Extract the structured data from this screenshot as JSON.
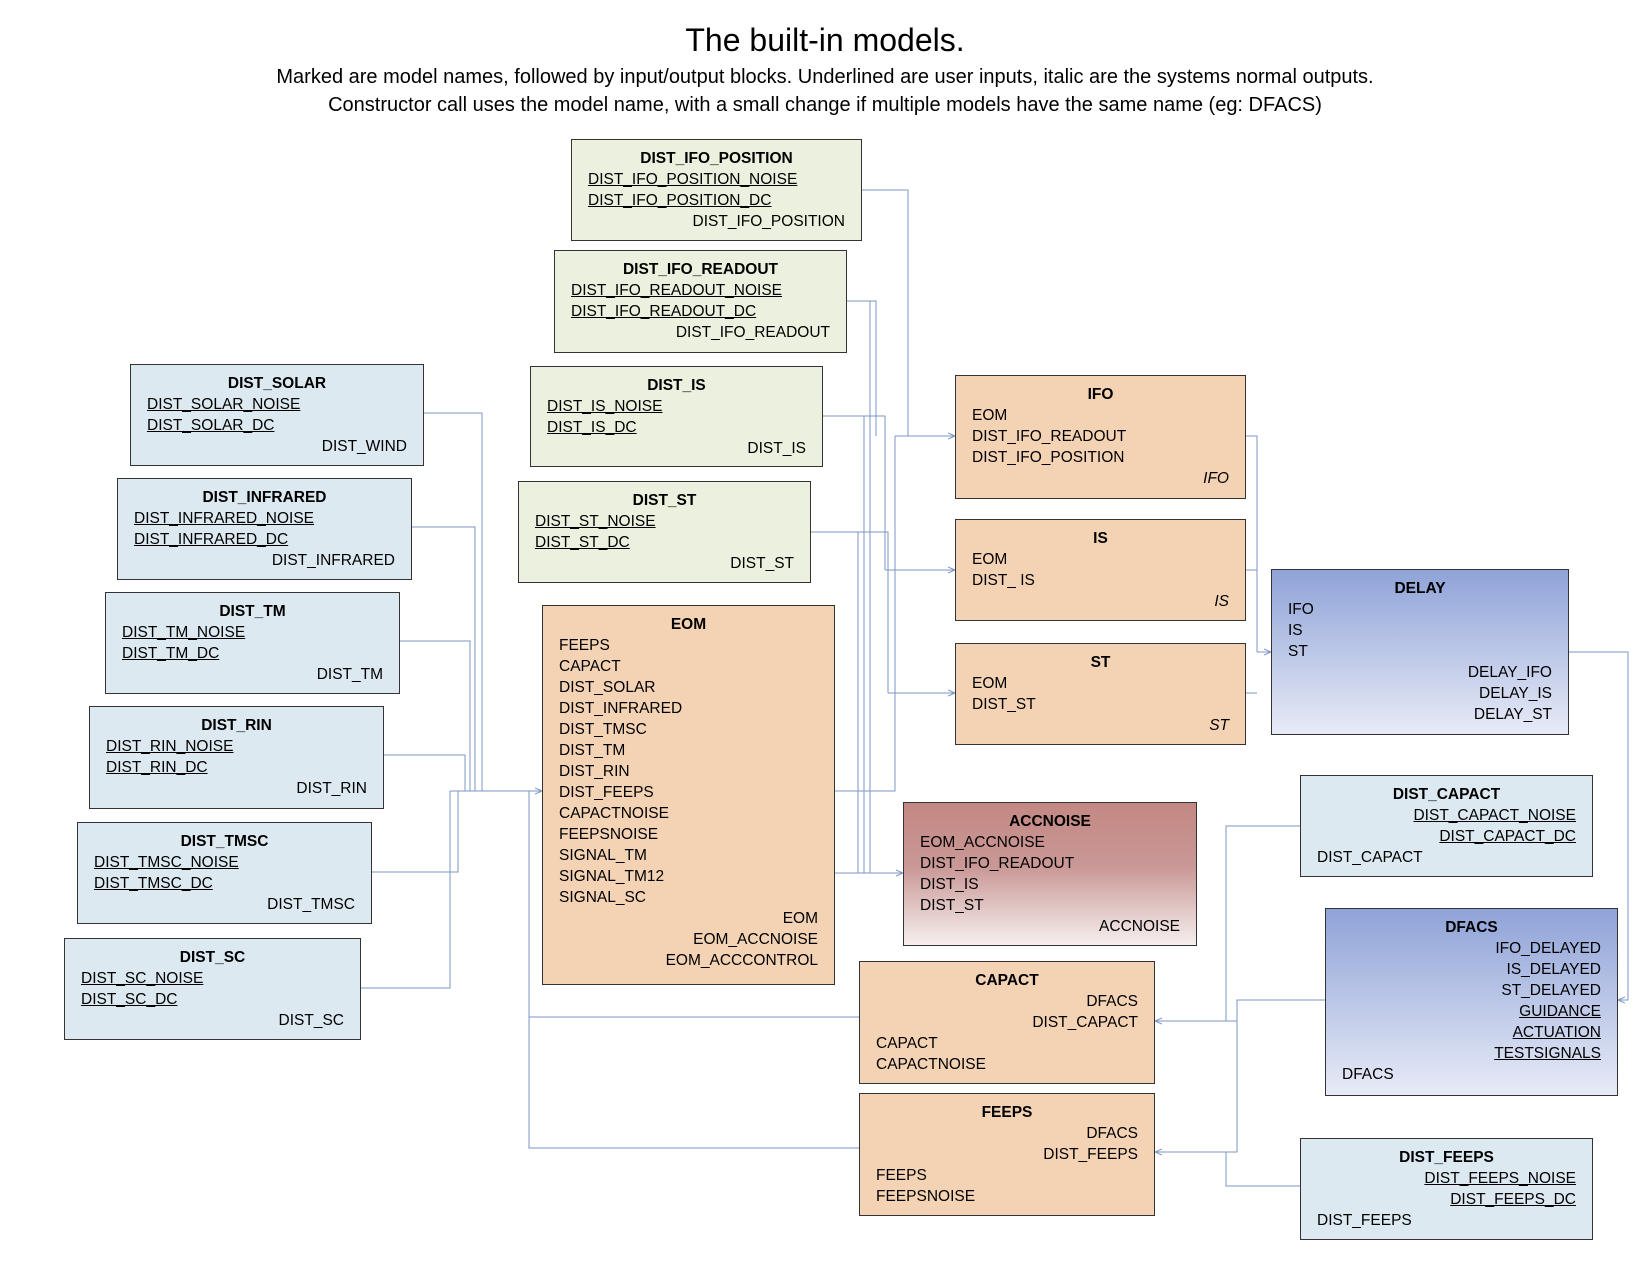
{
  "header": {
    "title": "The built-in models.",
    "subtitle_1": "Marked are model names, followed by input/output blocks. Underlined are user inputs, italic are the systems normal outputs.",
    "subtitle_2": "Constructor call uses the model name, with a small change if multiple models have the same name (eg: DFACS)"
  },
  "colors": {
    "user_input_block": "#ebf1de",
    "disturbance_block": "#dce9f1",
    "model_block": "#f4d3b4",
    "delay_dfacs_gradient_top": "#8fa3d8",
    "accnoise_gradient_top": "#c48883",
    "wire": "#7d95c4"
  },
  "blocks": {
    "dist_ifo_position": {
      "name": "DIST_IFO_POSITION",
      "in1": "DIST_IFO_POSITION_NOISE",
      "in2": "DIST_IFO_POSITION_DC",
      "out": "DIST_IFO_POSITION"
    },
    "dist_ifo_readout": {
      "name": "DIST_IFO_READOUT",
      "in1": "DIST_IFO_READOUT_NOISE",
      "in2": "DIST_IFO_READOUT_DC",
      "out": "DIST_IFO_READOUT"
    },
    "dist_is": {
      "name": "DIST_IS",
      "in1": "DIST_IS_NOISE",
      "in2": "DIST_IS_DC",
      "out": "DIST_IS"
    },
    "dist_st": {
      "name": "DIST_ST",
      "in1": "DIST_ST_NOISE",
      "in2": "DIST_ST_DC",
      "out": "DIST_ST"
    },
    "dist_solar": {
      "name": "DIST_SOLAR",
      "in1": "DIST_SOLAR_NOISE",
      "in2": "DIST_SOLAR_DC",
      "out": "DIST_WIND"
    },
    "dist_infrared": {
      "name": "DIST_INFRARED",
      "in1": "DIST_INFRARED_NOISE",
      "in2": "DIST_INFRARED_DC",
      "out": "DIST_INFRARED"
    },
    "dist_tm": {
      "name": "DIST_TM",
      "in1": "DIST_TM_NOISE",
      "in2": "DIST_TM_DC",
      "out": "DIST_TM"
    },
    "dist_rin": {
      "name": "DIST_RIN",
      "in1": "DIST_RIN_NOISE",
      "in2": "DIST_RIN_DC",
      "out": "DIST_RIN"
    },
    "dist_tmsc": {
      "name": "DIST_TMSC",
      "in1": "DIST_TMSC_NOISE",
      "in2": "DIST_TMSC_DC",
      "out": "DIST_TMSC"
    },
    "dist_sc": {
      "name": "DIST_SC",
      "in1": "DIST_SC_NOISE",
      "in2": "DIST_SC_DC",
      "out": "DIST_SC"
    },
    "eom": {
      "name": "EOM",
      "inputs": [
        "FEEPS",
        "CAPACT",
        "DIST_SOLAR",
        "DIST_INFRARED",
        "DIST_TMSC",
        "DIST_TM",
        "DIST_RIN",
        "DIST_FEEPS",
        "CAPACTNOISE",
        "FEEPSNOISE",
        "SIGNAL_TM",
        "SIGNAL_TM12",
        "SIGNAL_SC"
      ],
      "outputs": [
        "EOM",
        "EOM_ACCNOISE",
        "EOM_ACCCONTROL"
      ]
    },
    "ifo": {
      "name": "IFO",
      "inputs": [
        "EOM",
        "DIST_IFO_READOUT",
        "DIST_IFO_POSITION"
      ],
      "out": "IFO"
    },
    "is": {
      "name": "IS",
      "inputs": [
        "EOM",
        "DIST_ IS"
      ],
      "out": "IS"
    },
    "st": {
      "name": "ST",
      "inputs": [
        "EOM",
        "DIST_ST"
      ],
      "out": "ST"
    },
    "delay": {
      "name": "DELAY",
      "inputs": [
        "IFO",
        "IS",
        "ST"
      ],
      "outputs": [
        "DELAY_IFO",
        "DELAY_IS",
        "DELAY_ST"
      ]
    },
    "accnoise": {
      "name": "ACCNOISE",
      "inputs": [
        "EOM_ACCNOISE",
        "DIST_IFO_READOUT",
        "DIST_IS",
        "DIST_ST"
      ],
      "out": "ACCNOISE"
    },
    "dist_capact": {
      "name": "DIST_CAPACT",
      "in1": "DIST_CAPACT_NOISE",
      "in2": "DIST_CAPACT_DC",
      "out": "DIST_CAPACT"
    },
    "dfacs": {
      "name": "DFACS",
      "inputs_italic": [
        "IFO_DELAYED",
        "IS_DELAYED",
        "ST_DELAYED"
      ],
      "inputs_user": [
        "GUIDANCE",
        "ACTUATION",
        "TESTSIGNALS"
      ],
      "out": "DFACS"
    },
    "capact": {
      "name": "CAPACT",
      "inputs": [
        "DFACS",
        "DIST_CAPACT"
      ],
      "outputs": [
        "CAPACT",
        "CAPACTNOISE"
      ]
    },
    "feeps": {
      "name": "FEEPS",
      "inputs": [
        "DFACS",
        "DIST_FEEPS"
      ],
      "outputs": [
        "FEEPS",
        "FEEPSNOISE"
      ]
    },
    "dist_feeps": {
      "name": "DIST_FEEPS",
      "in1": "DIST_FEEPS_NOISE",
      "in2": "DIST_FEEPS_DC",
      "out": "DIST_FEEPS"
    }
  }
}
